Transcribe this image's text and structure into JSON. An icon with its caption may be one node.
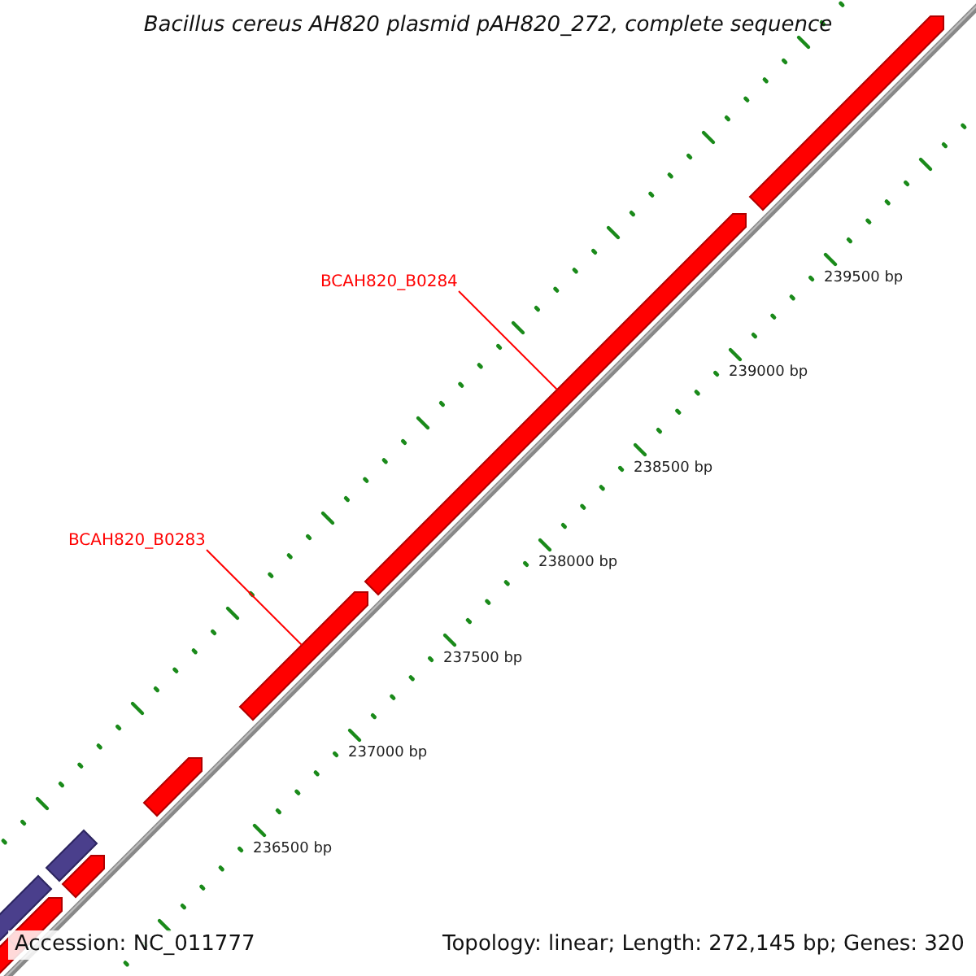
{
  "diagram": {
    "title": "Bacillus cereus AH820 plasmid pAH820_272, complete sequence",
    "nodes": [
      {
        "text": [
          "BCAH820_B0284"
        ]
      },
      {
        "text": [],
        "shape": "bar"
      },
      {
        "text": [
          "BCAH820_B0283"
        ]
      },
      {
        "text": [],
        "shape": "bar"
      }
    ],
    "edges": [
      {
        "from": 0,
        "to": 1,
        "arrow": "none"
      },
      {
        "from": 2,
        "to": 3,
        "arrow": "none"
      }
    ],
    "labels": [
      "239500 bp",
      "239000 bp",
      "238500 bp",
      "238000 bp",
      "237500 bp",
      "237000 bp",
      "236500 bp",
      "Accession: NC_011777",
      "Topology: linear; Length: 272,145 bp; Genes: 320"
    ]
  }
}
